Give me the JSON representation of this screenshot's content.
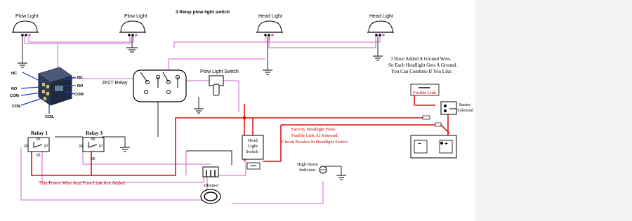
{
  "title": "3   Relay plow light switch",
  "lamps": {
    "plow_left": "Plow Light",
    "plow_right": "Plow Light",
    "head_left": "Head Light",
    "head_right": "Head Light"
  },
  "ground_note": {
    "line1": "I Have Added A Ground Wire,",
    "line2": "So Each Headlight Gets A Ground.",
    "line3": "You Can Combine If You Like."
  },
  "relay_pins": {
    "nc_top": "NC",
    "no_top": "NO",
    "com_top": "COM",
    "nc_left": "NC",
    "no_left": "NO",
    "com_left": "COM",
    "coil_left": "COIL",
    "coil_bottom": "COIL"
  },
  "relay_box_label": "2P2T Relay",
  "plow_switch_label": "Plow Light Switch",
  "fusible_link_label": "Fusible Link",
  "starter_solenoid": {
    "line1": "Starter",
    "line2": "Solenoid"
  },
  "battery": {
    "neg": "−",
    "pos": "+"
  },
  "factory_feed": {
    "line1": "Factory Headlight Feed-",
    "line2": "Fusible Link At Solenoid,",
    "line3": "Circuit Breaker In Headlight Switch"
  },
  "head_light_switch": {
    "line1": "Head",
    "line2": "Light",
    "line3": "Switch"
  },
  "relay1": {
    "label": "Relay 1",
    "pin86": "86",
    "pin30": "30",
    "pin87": "87",
    "pin85": "85"
  },
  "relay3": {
    "label": "Relay 3",
    "pin86": "86",
    "pin30": "30",
    "pin87": "87",
    "pin85": "85"
  },
  "high_beam": {
    "line1": "High Beam",
    "line2": "Indicator"
  },
  "dimmer_label": "Dimmer",
  "power_note": "This Power Wire And Fuse Link Are Added",
  "colors": {
    "wire_power": "#e01010",
    "wire_signal": "#cc66cc",
    "wire_black": "#222222",
    "text_red": "#cc0000",
    "relay_blue_arrow": "#1a3ccc"
  }
}
